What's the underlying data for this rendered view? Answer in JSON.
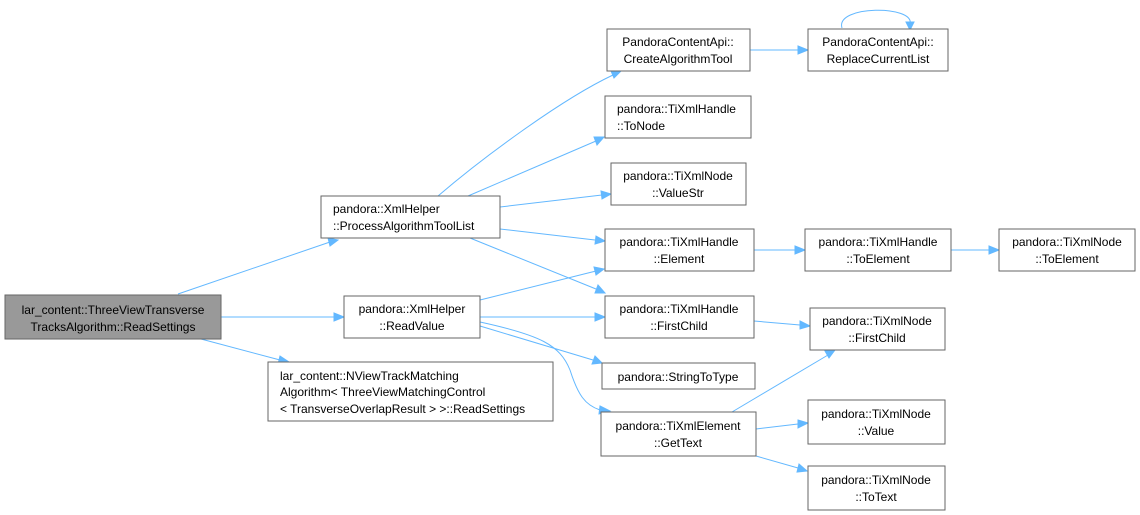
{
  "colors": {
    "edge": "#63b8ff",
    "node_border": "#666666",
    "root_fill": "#999999",
    "node_fill": "#ffffff"
  },
  "nodes": {
    "root": [
      "lar_content::ThreeViewTransverse",
      "TracksAlgorithm::ReadSettings"
    ],
    "process_tool_list": [
      "pandora::XmlHelper",
      "::ProcessAlgorithmToolList"
    ],
    "read_value": [
      "pandora::XmlHelper",
      "::ReadValue"
    ],
    "nview_read_settings": [
      "lar_content::NViewTrackMatching",
      "Algorithm< ThreeViewMatchingControl",
      "< TransverseOverlapResult > >::ReadSettings"
    ],
    "create_algorithm_tool": [
      "PandoraContentApi::",
      "CreateAlgorithmTool"
    ],
    "replace_current_list": [
      "PandoraContentApi::",
      "ReplaceCurrentList"
    ],
    "to_node": [
      "pandora::TiXmlHandle",
      "::ToNode"
    ],
    "value_str": [
      "pandora::TiXmlNode",
      "::ValueStr"
    ],
    "element": [
      "pandora::TiXmlHandle",
      "::Element"
    ],
    "handle_to_element": [
      "pandora::TiXmlHandle",
      "::ToElement"
    ],
    "node_to_element": [
      "pandora::TiXmlNode",
      "::ToElement"
    ],
    "handle_first_child": [
      "pandora::TiXmlHandle",
      "::FirstChild"
    ],
    "node_first_child": [
      "pandora::TiXmlNode",
      "::FirstChild"
    ],
    "string_to_type": [
      "pandora::StringToType"
    ],
    "get_text": [
      "pandora::TiXmlElement",
      "::GetText"
    ],
    "node_value": [
      "pandora::TiXmlNode",
      "::Value"
    ],
    "node_to_text": [
      "pandora::TiXmlNode",
      "::ToText"
    ]
  }
}
